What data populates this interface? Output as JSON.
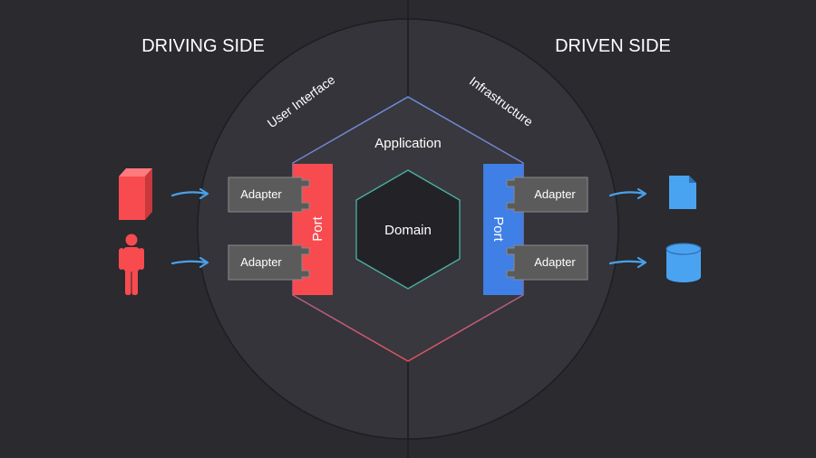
{
  "headings": {
    "driving_side": "DRIVING SIDE",
    "driven_side": "DRIVEN SIDE"
  },
  "rings": {
    "user_interface": "User Interface",
    "infrastructure": "Infrastructure"
  },
  "application": {
    "label": "Application",
    "domain_label": "Domain"
  },
  "ports": {
    "driving_label": "Port",
    "driven_label": "Port"
  },
  "adapters": {
    "driving_top": "Adapter",
    "driving_bottom": "Adapter",
    "driven_top": "Adapter",
    "driven_bottom": "Adapter"
  },
  "actors": {
    "driving_top_icon": "box-icon",
    "driving_bottom_icon": "person-icon",
    "driven_top_icon": "file-icon",
    "driven_bottom_icon": "database-icon"
  },
  "colors": {
    "background": "#2a2a2f",
    "outer_circle": "#34343a",
    "hexagon_fill": "#38383e",
    "domain_fill": "#232327",
    "domain_stroke": "#4bb3a4",
    "driving_accent": "#f74b4f",
    "driven_accent": "#3f7fe6",
    "adapter_fill": "#5b5b5b",
    "arrow": "#49a1ea",
    "driven_icon": "#4aa3f0"
  }
}
